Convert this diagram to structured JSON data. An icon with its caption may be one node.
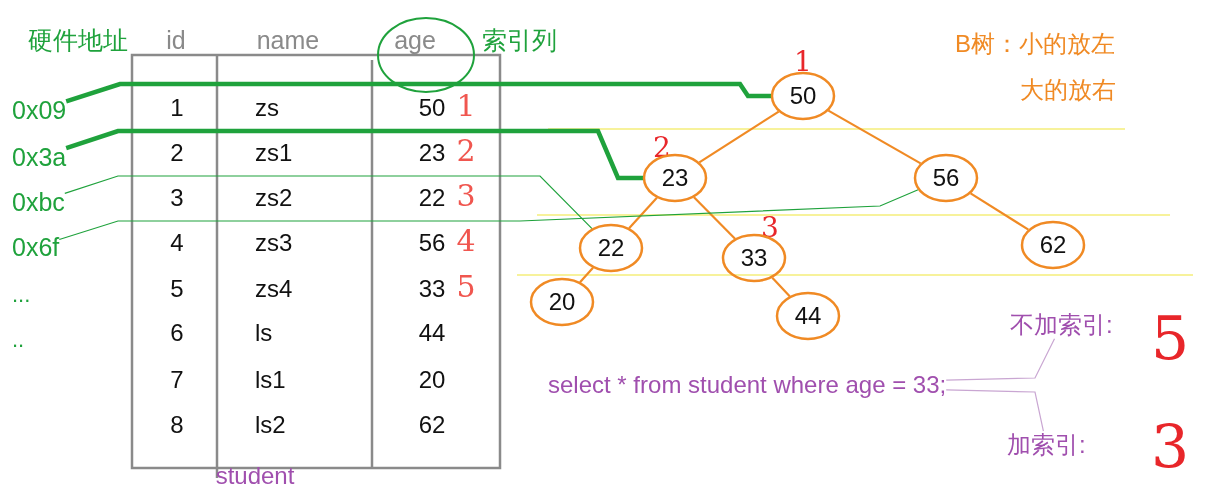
{
  "diagram": {
    "nodes": [
      {
        "text": [
          "50"
        ],
        "beside": [
          "1"
        ]
      },
      {
        "text": [
          "23"
        ],
        "beside": [
          "2"
        ]
      },
      {
        "text": [
          "56"
        ]
      },
      {
        "text": [
          "22"
        ]
      },
      {
        "text": [
          "33"
        ],
        "beside": [
          "3"
        ]
      },
      {
        "text": [
          "62"
        ]
      },
      {
        "text": [
          "20"
        ]
      },
      {
        "text": [
          "44"
        ]
      },
      {
        "text": [
          "0x09"
        ]
      },
      {
        "text": [
          "0x3a"
        ]
      },
      {
        "text": [
          "0xbc"
        ]
      },
      {
        "text": [
          "0x6f"
        ]
      },
      {
        "text": [
          "select * from student where age = 33;"
        ]
      },
      {
        "text": [
          "不加索引:"
        ],
        "beside": [
          "5"
        ]
      },
      {
        "text": [
          "加索引:"
        ],
        "beside": [
          "3"
        ]
      }
    ],
    "edges": [
      {
        "from": 0,
        "to": 1,
        "arrow": "none"
      },
      {
        "from": 0,
        "to": 2,
        "arrow": "none"
      },
      {
        "from": 1,
        "to": 3,
        "arrow": "none"
      },
      {
        "from": 1,
        "to": 4,
        "arrow": "none"
      },
      {
        "from": 2,
        "to": 5,
        "arrow": "none"
      },
      {
        "from": 3,
        "to": 6,
        "arrow": "none"
      },
      {
        "from": 4,
        "to": 7,
        "arrow": "none"
      },
      {
        "from": 8,
        "to": 0,
        "arrow": "none",
        "style": "thick",
        "color": "#1fa23c"
      },
      {
        "from": 9,
        "to": 1,
        "arrow": "none",
        "style": "thick",
        "color": "#1fa23c"
      },
      {
        "from": 10,
        "to": 3,
        "arrow": "none",
        "color": "#1fa23c"
      },
      {
        "from": 11,
        "to": 2,
        "arrow": "none",
        "color": "#1fa23c"
      },
      {
        "from": 12,
        "to": 13,
        "arrow": "none",
        "color": "#c9a6d2"
      },
      {
        "from": 12,
        "to": 14,
        "arrow": "none",
        "color": "#c9a6d2"
      }
    ],
    "labels": [
      "硬件地址",
      "id",
      "name",
      "age",
      "索引列",
      "B树：小的放左",
      "大的放右",
      "1",
      "zs",
      "50",
      "1",
      "2",
      "zs1",
      "23",
      "2",
      "3",
      "zs2",
      "22",
      "3",
      "4",
      "zs3",
      "56",
      "4",
      "5",
      "zs4",
      "33",
      "5",
      "6",
      "ls",
      "44",
      "7",
      "ls1",
      "20",
      "8",
      "ls2",
      "62",
      "...",
      "..",
      "student"
    ]
  }
}
